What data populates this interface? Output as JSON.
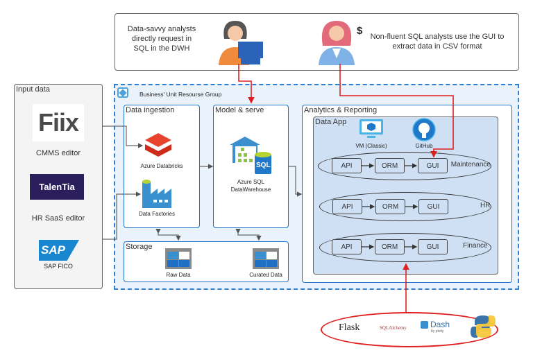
{
  "top_panel": {
    "left_text": "Data-savvy analysts directly request in SQL in the  DWH",
    "right_text": "Non-fluent SQL analysts use the GUI to extract data in CSV format",
    "dollar": "$"
  },
  "input_data": {
    "title": "Input data",
    "sources": [
      {
        "logo": "Fiix",
        "label": "CMMS editor"
      },
      {
        "logo": "TalenTia",
        "label": "HR SaaS editor"
      },
      {
        "logo": "SAP",
        "label": "SAP FICO"
      }
    ]
  },
  "resource_group": {
    "title": "Business' Unit Resourse Group"
  },
  "ingestion": {
    "title": "Data ingestion",
    "items": [
      "Azure Databricks",
      "Data Factories"
    ]
  },
  "model": {
    "title": "Model & serve",
    "item_line1": "Azure SQL",
    "item_line2": "DataWarehouse",
    "sql_badge": "SQL"
  },
  "storage": {
    "title": "Storage",
    "items": [
      "Raw Data",
      "Curated Data"
    ]
  },
  "analytics": {
    "title": "Analytics & Reporting",
    "app_title": "Data App",
    "vm_label": "VM (Classic)",
    "github_label": "GitHub",
    "lanes": [
      {
        "name": "Maintenance",
        "components": [
          "API",
          "ORM",
          "GUI"
        ]
      },
      {
        "name": "HR",
        "components": [
          "API",
          "ORM",
          "GUI"
        ]
      },
      {
        "name": "Finance",
        "components": [
          "API",
          "ORM",
          "GUI"
        ]
      }
    ]
  },
  "tech_stack": {
    "flask": "Flask",
    "sqlalchemy": "SQLAlchemy",
    "dash": "Dash",
    "dash_sub": "by plotly"
  },
  "colors": {
    "accent_blue": "#1f6fc5",
    "red": "#e02020",
    "group_fill": "#eaf2fb",
    "app_fill": "#cfe0f5"
  }
}
